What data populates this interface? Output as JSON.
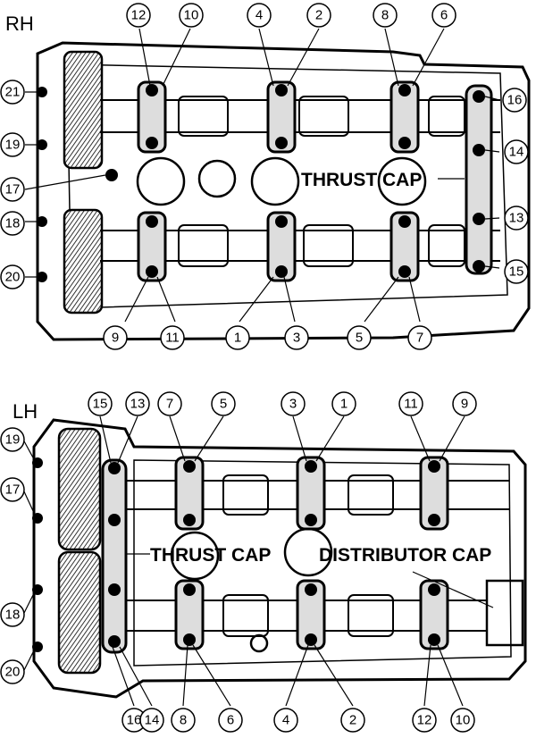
{
  "banks": {
    "rh": {
      "label": "RH",
      "callout": "THRUST CAP",
      "bolts": {
        "b1": "1",
        "b2": "2",
        "b3": "3",
        "b4": "4",
        "b5": "5",
        "b6": "6",
        "b7": "7",
        "b8": "8",
        "b9": "9",
        "b10": "10",
        "b11": "11",
        "b12": "12",
        "b13": "13",
        "b14": "14",
        "b15": "15",
        "b16": "16",
        "b17": "17",
        "b18": "18",
        "b19": "19",
        "b20": "20",
        "b21": "21"
      }
    },
    "lh": {
      "label": "LH",
      "callout_thrust": "THRUST CAP",
      "callout_distributor": "DISTRIBUTOR CAP",
      "bolts": {
        "b1": "1",
        "b2": "2",
        "b3": "3",
        "b4": "4",
        "b5": "5",
        "b6": "6",
        "b7": "7",
        "b8": "8",
        "b9": "9",
        "b10": "10",
        "b11": "11",
        "b12": "12",
        "b13": "13",
        "b14": "14",
        "b15": "15",
        "b16": "16",
        "b17": "17",
        "b18": "18",
        "b19": "19",
        "b20": "20"
      }
    }
  }
}
